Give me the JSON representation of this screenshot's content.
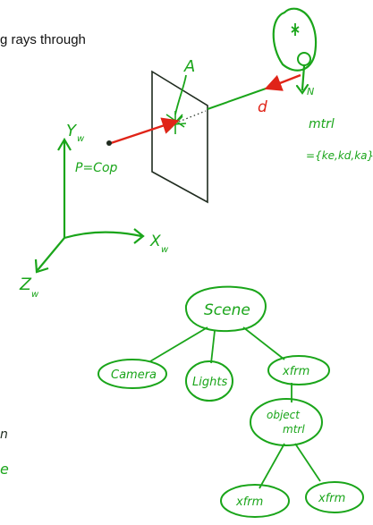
{
  "typed_text": "g rays through",
  "colors": {
    "ink_green": "#1aa51a",
    "ink_red": "#e02418",
    "ink_dark": "#1f2b1f",
    "text": "#111111"
  },
  "handwriting": {
    "point_A": "A",
    "y_axis": "Y",
    "y_axis_sub": "w",
    "x_axis": "X",
    "x_axis_sub": "w",
    "z_axis": "Z",
    "z_axis_sub": "w",
    "p_cop": "P=Cop",
    "d_label": "d",
    "n_label": "N",
    "mtrl": "mtrl",
    "mtrl_set": "={ke,kd,ka}",
    "edge_fragment_1": "n",
    "edge_fragment_2": "e"
  },
  "scene_graph": {
    "root": "Scene",
    "children": [
      "Camera",
      "Lights",
      "xfrm"
    ],
    "object_mtrl_line1": "object",
    "object_mtrl_line2": "mtrl",
    "leaves": [
      "xfrm",
      "xfrm"
    ]
  }
}
